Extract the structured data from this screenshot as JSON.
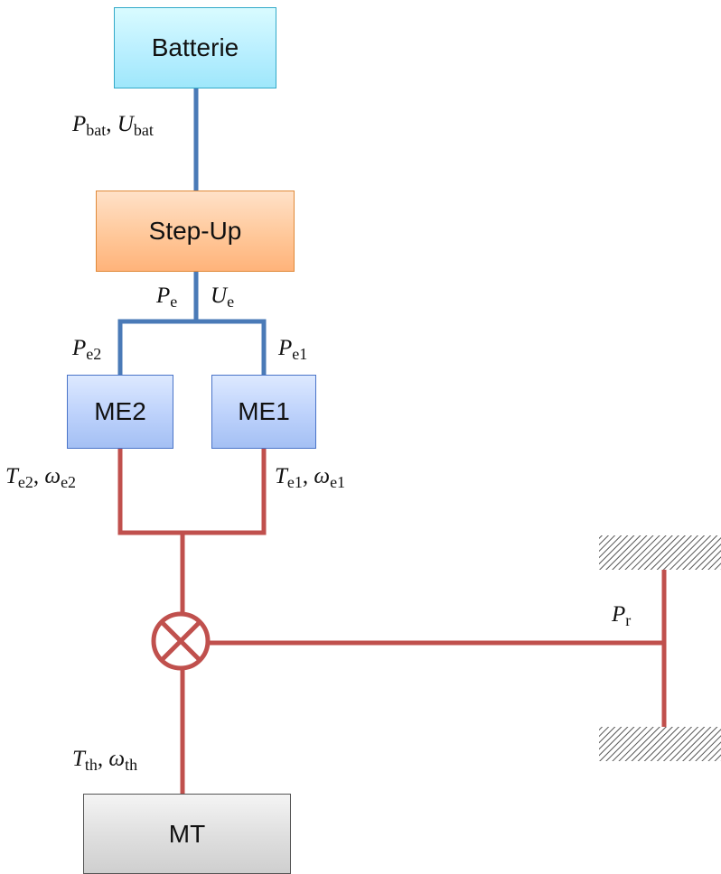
{
  "blocks": {
    "battery": "Batterie",
    "stepup": "Step-Up",
    "me2": "ME2",
    "me1": "ME1",
    "mt": "MT"
  },
  "labels": {
    "p_bat": {
      "sym": "P",
      "sub": "bat"
    },
    "u_bat": {
      "sym": "U",
      "sub": "bat"
    },
    "p_e": {
      "sym": "P",
      "sub": "e"
    },
    "u_e": {
      "sym": "U",
      "sub": "e"
    },
    "p_e2": {
      "sym": "P",
      "sub": "e2"
    },
    "p_e1": {
      "sym": "P",
      "sub": "e1"
    },
    "t_e2": {
      "sym": "T",
      "sub": "e2"
    },
    "w_e2": {
      "sym": "ω",
      "sub": "e2"
    },
    "t_e1": {
      "sym": "T",
      "sub": "e1"
    },
    "w_e1": {
      "sym": "ω",
      "sub": "e1"
    },
    "p_r": {
      "sym": "P",
      "sub": "r"
    },
    "t_th": {
      "sym": "T",
      "sub": "th"
    },
    "w_th": {
      "sym": "ω",
      "sub": "th"
    }
  },
  "separator": ",",
  "colors": {
    "electrical_line": "#4a7ab7",
    "mechanical_line": "#c0504d"
  },
  "icons": [
    "summing-junction-icon",
    "ground-hatch-icon"
  ]
}
